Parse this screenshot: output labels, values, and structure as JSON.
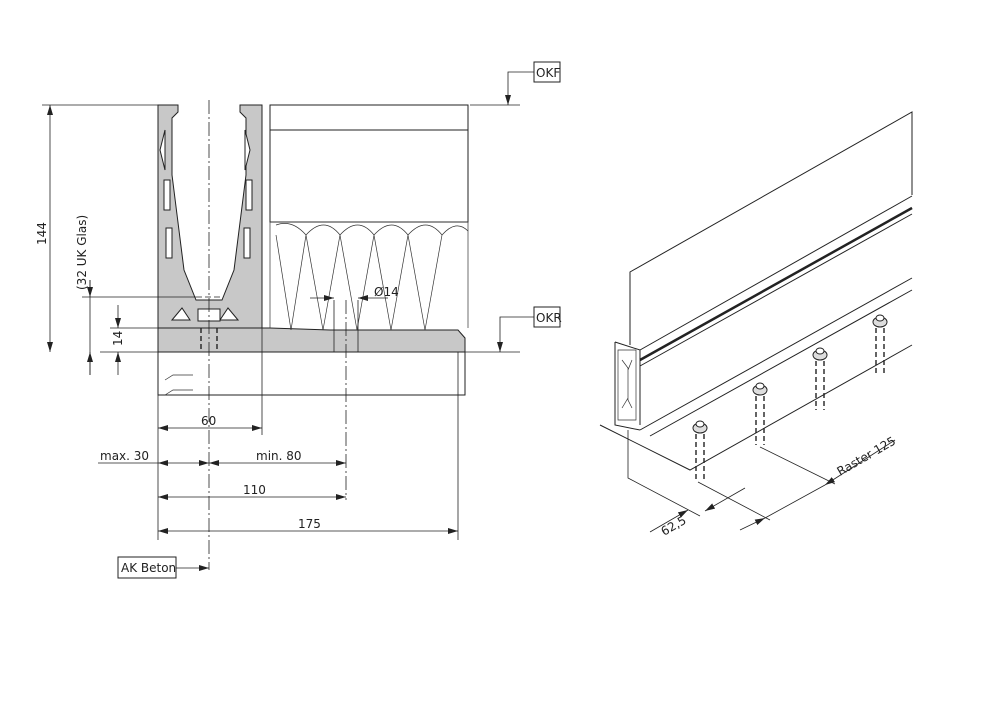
{
  "labels": {
    "okf": "OKF",
    "okr": "OKR",
    "height_total": "144",
    "glass_bottom": "(32 UK Glas)",
    "base_height": "14",
    "hole_diameter": "Ø14",
    "profile_width": "60",
    "max_edge": "max. 30",
    "min_edge": "min. 80",
    "anchor_dist": "110",
    "slab_width": "175",
    "concrete_edge": "AK Beton",
    "raster": "Raster 125",
    "end_dist": "62,5"
  },
  "colors": {
    "line": "#222222",
    "profile_fill": "#c8c8c8"
  }
}
